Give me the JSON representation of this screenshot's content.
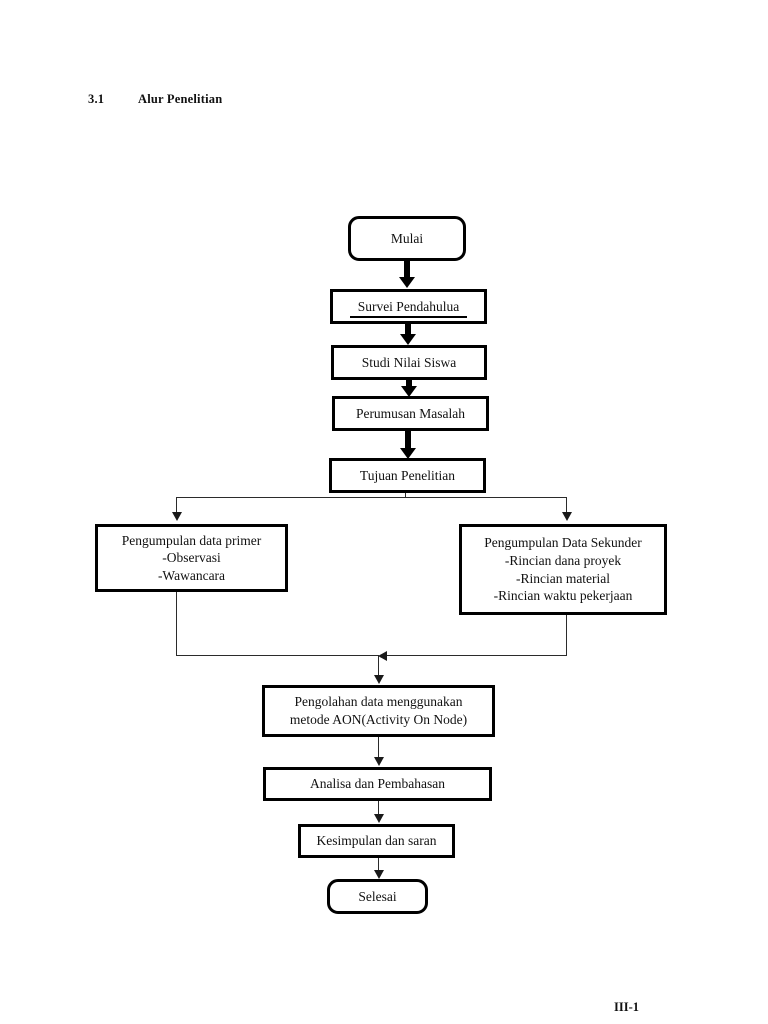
{
  "document": {
    "heading_number": "3.1",
    "heading_title": "Alur Penelitian",
    "page_footer": "III-1"
  },
  "flowchart": {
    "nodes": [
      {
        "id": "mulai",
        "shape": "rounded-rectangle",
        "lines": [
          "Mulai"
        ]
      },
      {
        "id": "survei",
        "shape": "rectangle",
        "lines": [
          "Survei Pendahulua"
        ],
        "underlined": true
      },
      {
        "id": "studi",
        "shape": "rectangle",
        "lines": [
          "Studi Nilai Siswa"
        ]
      },
      {
        "id": "perumusan",
        "shape": "rectangle",
        "lines": [
          "Perumusan Masalah"
        ]
      },
      {
        "id": "tujuan",
        "shape": "rectangle",
        "lines": [
          "Tujuan Penelitian"
        ]
      },
      {
        "id": "primer",
        "shape": "rectangle",
        "lines": [
          "Pengumpulan data primer",
          "-Observasi",
          "-Wawancara"
        ]
      },
      {
        "id": "sekunder",
        "shape": "rectangle",
        "lines": [
          "Pengumpulan Data Sekunder",
          "-Rincian dana proyek",
          "-Rincian material",
          "-Rincian waktu pekerjaan"
        ]
      },
      {
        "id": "pengolahan",
        "shape": "rectangle",
        "lines": [
          "Pengolahan data menggunakan",
          "metode AON(Activity On Node)"
        ]
      },
      {
        "id": "analisa",
        "shape": "rectangle",
        "lines": [
          "Analisa dan Pembahasan"
        ]
      },
      {
        "id": "kesimpulan",
        "shape": "rectangle",
        "lines": [
          "Kesimpulan dan saran"
        ]
      },
      {
        "id": "selesai",
        "shape": "rounded-rectangle",
        "lines": [
          "Selesai"
        ]
      }
    ],
    "edges": [
      {
        "from": "mulai",
        "to": "survei",
        "style": "thick"
      },
      {
        "from": "survei",
        "to": "studi",
        "style": "thick"
      },
      {
        "from": "studi",
        "to": "perumusan",
        "style": "thick"
      },
      {
        "from": "perumusan",
        "to": "tujuan",
        "style": "thick"
      },
      {
        "from": "tujuan",
        "to": "primer",
        "style": "thin-branch"
      },
      {
        "from": "tujuan",
        "to": "sekunder",
        "style": "thin-branch"
      },
      {
        "from": "primer",
        "to": "pengolahan",
        "style": "thin-merge"
      },
      {
        "from": "sekunder",
        "to": "pengolahan",
        "style": "thin-merge"
      },
      {
        "from": "pengolahan",
        "to": "analisa",
        "style": "thin"
      },
      {
        "from": "analisa",
        "to": "kesimpulan",
        "style": "thin"
      },
      {
        "from": "kesimpulan",
        "to": "selesai",
        "style": "thin"
      }
    ]
  },
  "colors": {
    "stroke": "#000000",
    "text": "#111111",
    "background": "#ffffff"
  }
}
